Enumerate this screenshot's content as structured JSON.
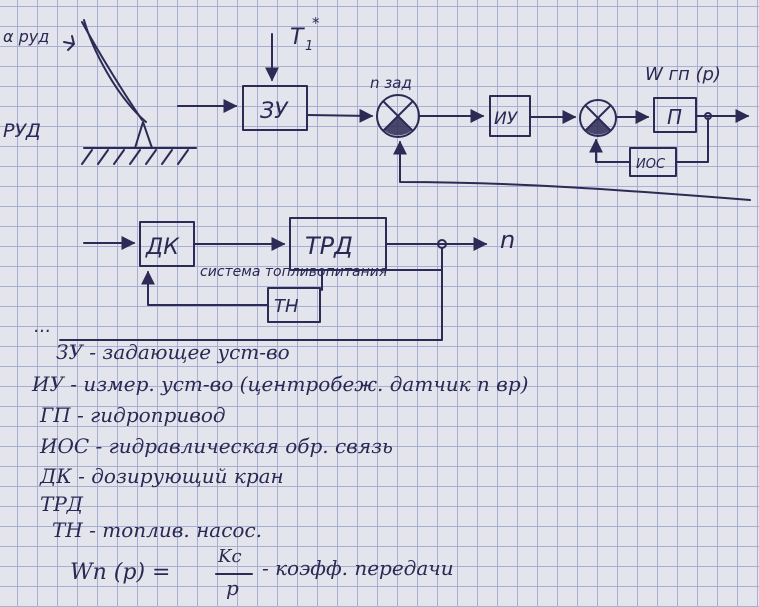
{
  "diagram": {
    "top": {
      "lever_angle_label": "α руд",
      "lever_label": "РУД",
      "setpoint_input": "T",
      "setpoint_input_sub": "1",
      "setpoint_input_sup": "*",
      "block_zu": "ЗУ",
      "summer1_label": "n зад",
      "block_iu": "ИУ",
      "block_gp_tf": "W гп (p)",
      "block_gp": "П",
      "block_ios": "ИОС"
    },
    "bottom": {
      "block_dk": "ДК",
      "block_trd": "ТРД",
      "output_label": "n",
      "fuel_system_text": "система топливопитания",
      "block_tn": "ТН",
      "dots": "..."
    }
  },
  "legend": [
    {
      "abbr": "ЗУ",
      "text": "задающее уст-во"
    },
    {
      "abbr": "ИУ",
      "text": "измер. уст-во (центробеж. датчик n вр)"
    },
    {
      "abbr": "ГП",
      "text": "гидропривод"
    },
    {
      "abbr": "ИОС",
      "text": "гидравлическая обр. связь"
    },
    {
      "abbr": "ДК",
      "text": "дозирующий кран"
    },
    {
      "abbr": "ТРД",
      "text": ""
    },
    {
      "abbr": "ТН",
      "text": "топлив. насос."
    }
  ],
  "formula": {
    "lhs": "Wп (p) =",
    "numerator": "Kc",
    "denominator": "p",
    "rhs": "- коэфф. передачи"
  },
  "colors": {
    "ink": "#2d2a55",
    "grid": "#a7b0d0",
    "paper": "#e3e4ec"
  }
}
